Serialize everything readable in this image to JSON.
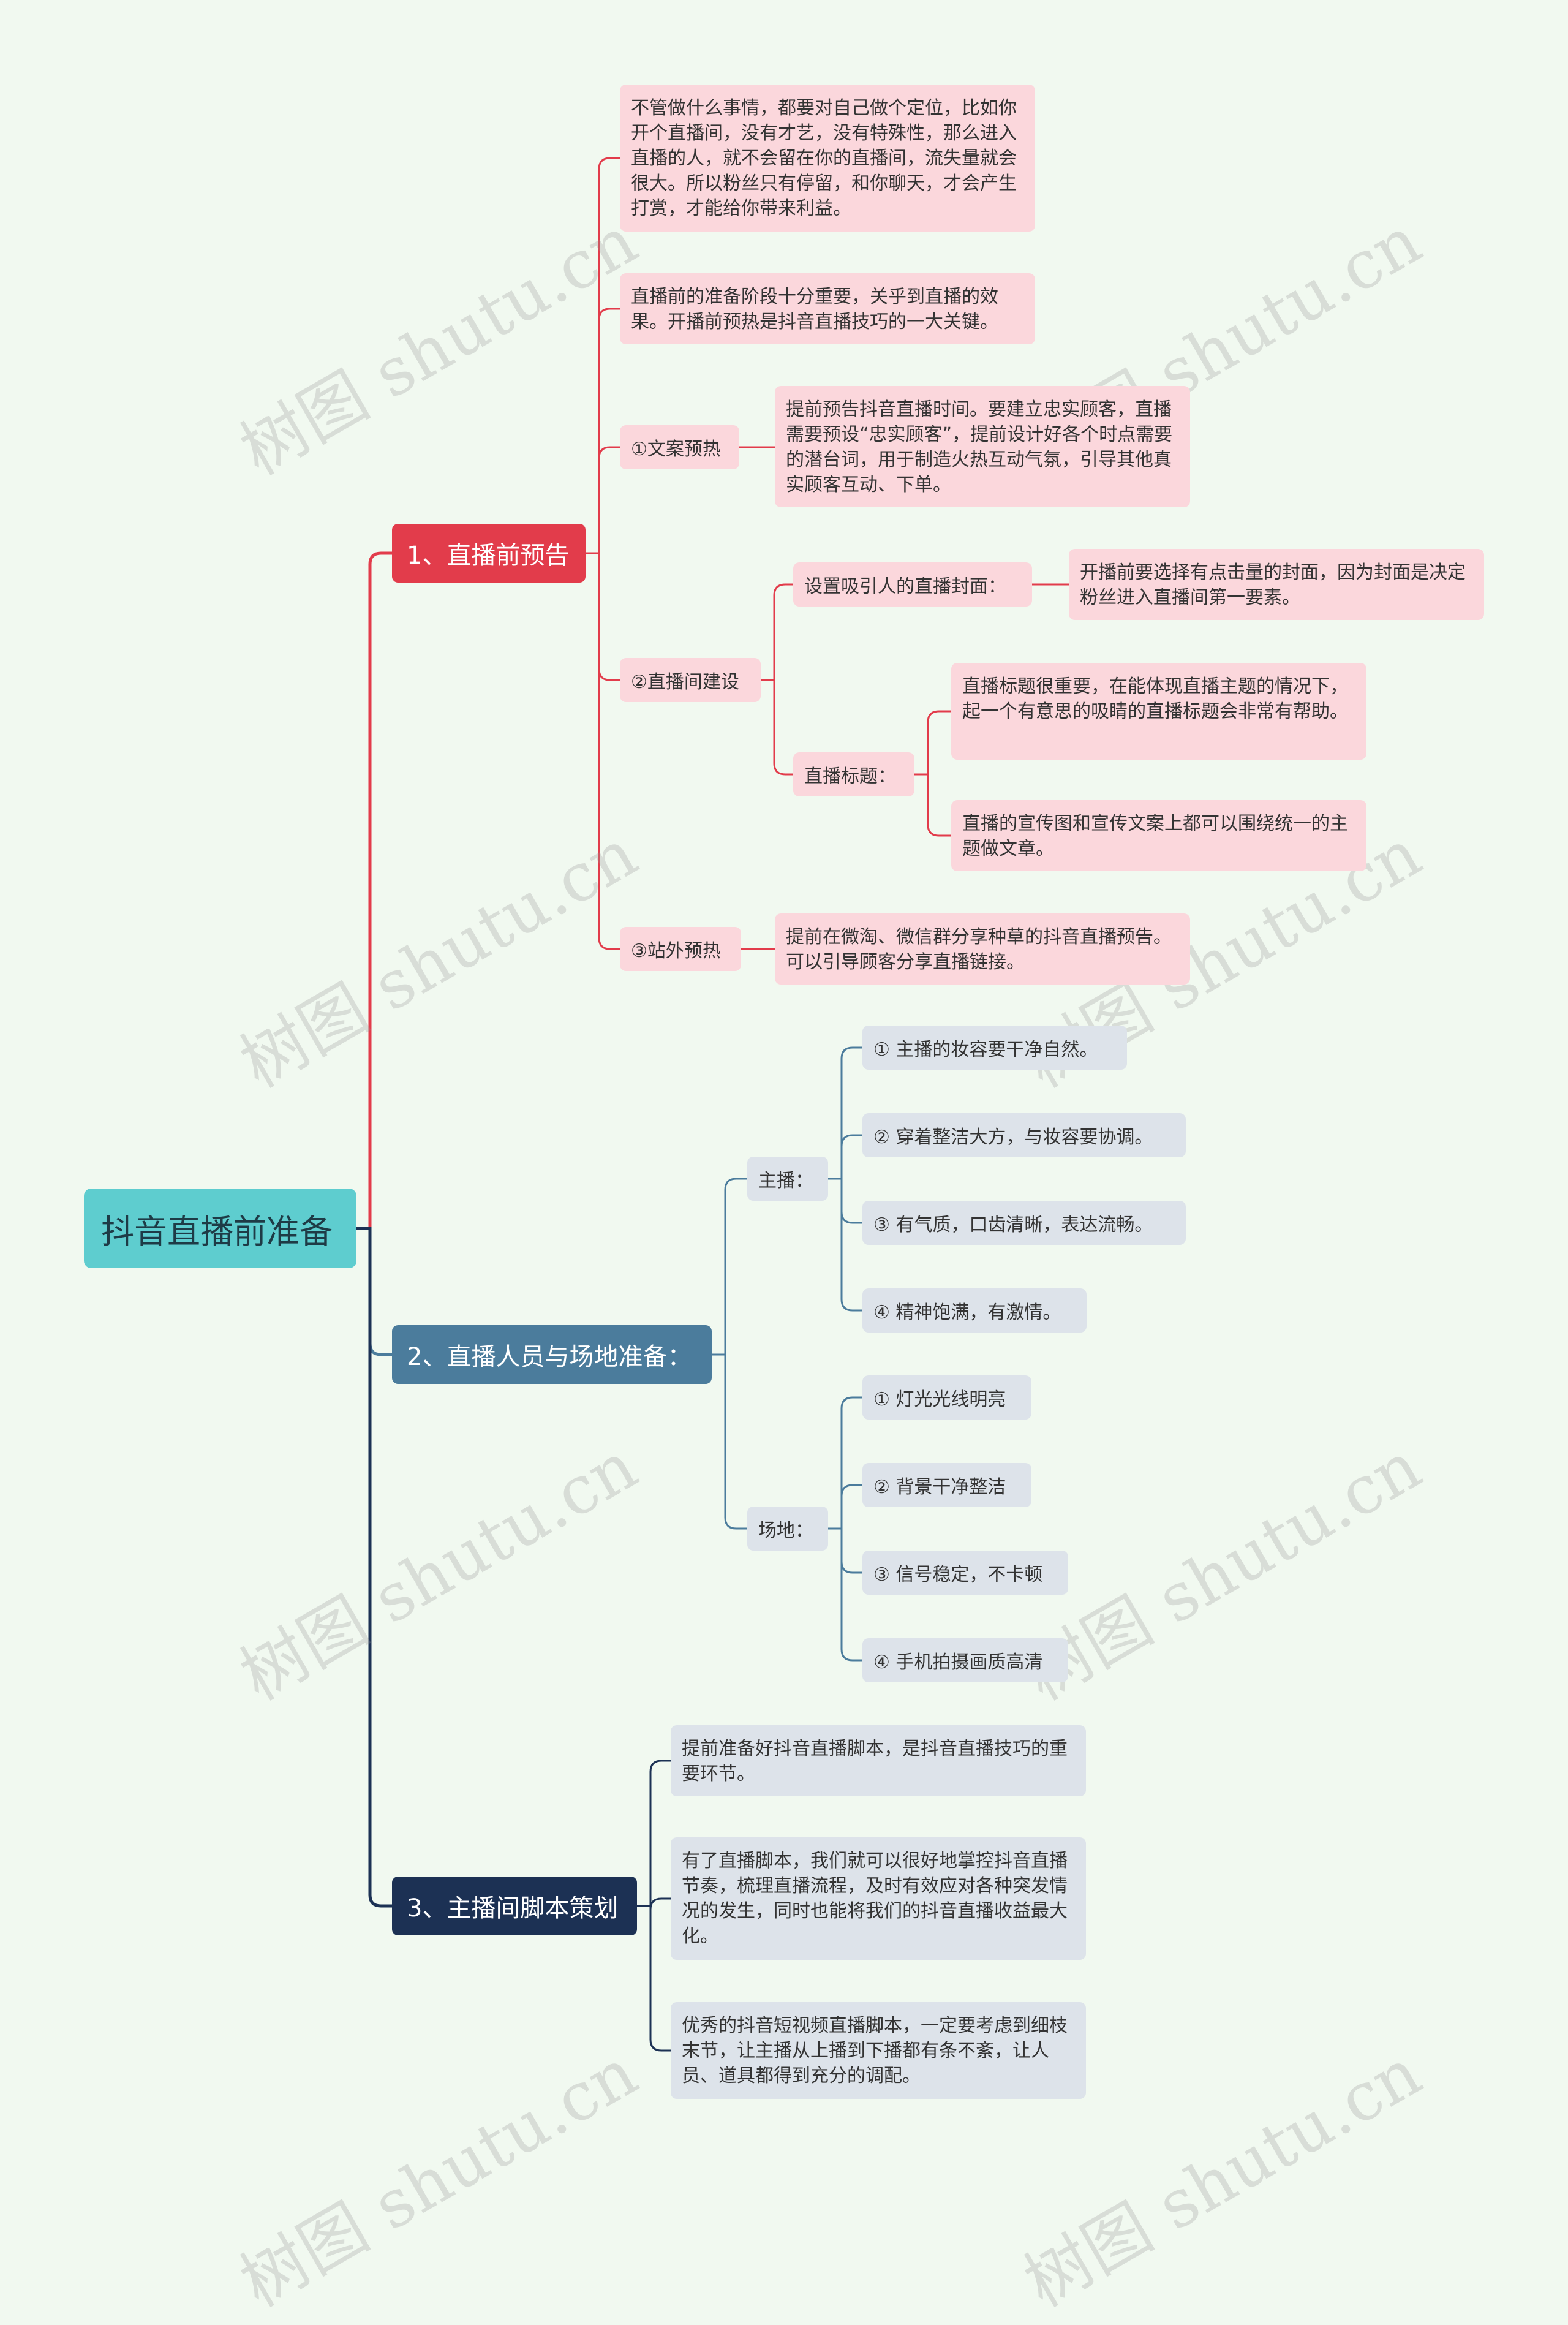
{
  "root": "抖音直播前准备",
  "colors": {
    "branch1": "#e23c4b",
    "branch2": "#4b7c9c",
    "branch3": "#1c3154",
    "root": "#5ecdcf"
  },
  "watermark": "树图 shutu.cn",
  "branch1": {
    "title": "1、直播前预告",
    "intro1": "不管做什么事情，都要对自己做个定位，比如你开个直播间，没有才艺，没有特殊性，那么进入直播的人，就不会留在你的直播间，流失量就会很大。所以粉丝只有停留，和你聊天，才会产生打赏，才能给你带来利益。",
    "intro2": "直播前的准备阶段十分重要，关乎到直播的效果。开播前预热是抖音直播技巧的一大关键。",
    "copy": {
      "label": "①文案预热",
      "text": " 提前预告抖音直播时间。要建立忠实顾客，直播需要预设“忠实顾客”，提前设计好各个时点需要的潜台词，用于制造火热互动气氛，引导其他真实顾客互动、下单。"
    },
    "room": {
      "label": "②直播间建设",
      "cover_label": "设置吸引人的直播封面：",
      "cover_text": "开播前要选择有点击量的封面，因为封面是决定粉丝进入直播间第一要素。",
      "title_label": "直播标题：",
      "title_text1": "直播标题很重要，在能体现直播主题的情况下，起一个有意思的吸睛的直播标题会非常有帮助。",
      "title_text2": "直播的宣传图和宣传文案上都可以围绕统一的主题做文章。"
    },
    "outside": {
      "label": "③站外预热",
      "text": "提前在微淘、微信群分享种草的抖音直播预告。可以引导顾客分享直播链接。"
    }
  },
  "branch2": {
    "title": "2、直播人员与场地准备：",
    "host_label": "主播：",
    "host_items": [
      "① 主播的妆容要干净自然。",
      "② 穿着整洁大方，与妆容要协调。",
      "③ 有气质，口齿清晰，表达流畅。",
      "④ 精神饱满，有激情。"
    ],
    "venue_label": "场地：",
    "venue_items": [
      "① 灯光光线明亮",
      "② 背景干净整洁",
      "③ 信号稳定，不卡顿",
      "④ 手机拍摄画质高清"
    ]
  },
  "branch3": {
    "title": "3、主播间脚本策划",
    "items": [
      "提前准备好抖音直播脚本，是抖音直播技巧的重要环节。",
      "有了直播脚本，我们就可以很好地掌控抖音直播节奏，梳理直播流程，及时有效应对各种突发情况的发生，同时也能将我们的抖音直播收益最大化。",
      "优秀的抖音短视频直播脚本，一定要考虑到细枝末节，让主播从上播到下播都有条不紊，让人员、道具都得到充分的调配。"
    ]
  }
}
